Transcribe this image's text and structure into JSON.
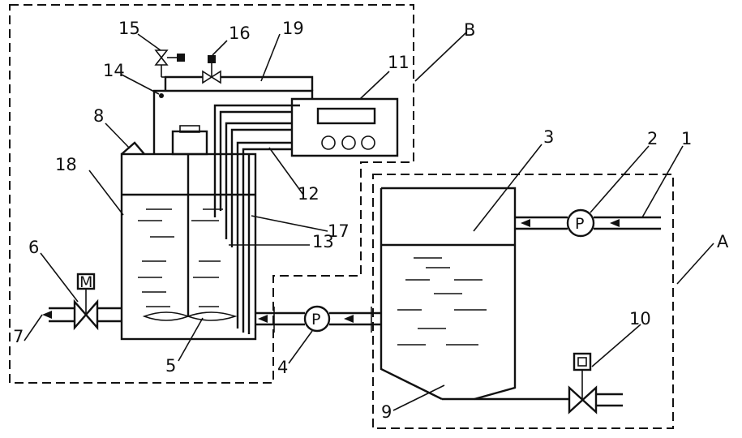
{
  "labels": {
    "n1": "1",
    "n2": "2",
    "n3": "3",
    "n4": "4",
    "n5": "5",
    "n6": "6",
    "n7": "7",
    "n8": "8",
    "n9": "9",
    "n10": "10",
    "n11": "11",
    "n12": "12",
    "n13": "13",
    "n14": "14",
    "n15": "15",
    "n16": "16",
    "n17": "17",
    "n18": "18",
    "n19": "19",
    "A": "A",
    "B": "B"
  },
  "pump_symbol": "P",
  "motor_symbol": "M"
}
